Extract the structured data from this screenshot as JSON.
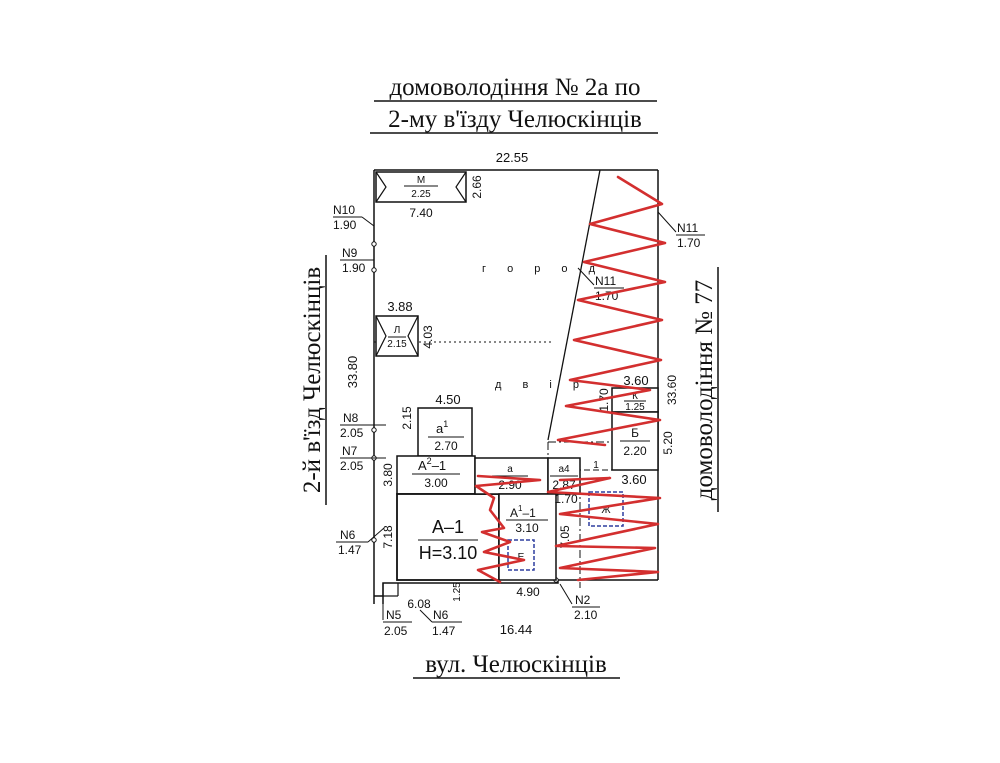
{
  "title": {
    "line1": "домоволодіння № 2а по",
    "line2": "2-му в'їзду Челюскінців"
  },
  "streets": {
    "left": "2-й в'їзд Челюскінців",
    "right": "домоволодіння № 77",
    "bottom": "вул. Челюскінців"
  },
  "zones": {
    "garden": "г о р о д",
    "yard": "д в і р"
  },
  "buildings": {
    "M": {
      "letter": "М",
      "height": "2.25"
    },
    "L": {
      "letter": "Л",
      "height": "2.15"
    },
    "a1": {
      "letter": "а",
      "sup": "1",
      "height": "2.70"
    },
    "A2": {
      "letter": "А",
      "sup": "2",
      "suffix": "–1",
      "height": "3.00"
    },
    "A1main": {
      "letter": "А–1",
      "height": "Н=3.10"
    },
    "a": {
      "letter": "а",
      "height": "2.90"
    },
    "a4": {
      "letter": "а4",
      "height": "2.87"
    },
    "A1b": {
      "letter": "А",
      "sup": "1",
      "suffix": "–1",
      "height": "3.10"
    },
    "K": {
      "letter": "К",
      "height": "1.25"
    },
    "B": {
      "letter": "Б",
      "height": "2.20"
    },
    "E": {
      "letter": "Е"
    },
    "Zh": {
      "letter": "Ж"
    }
  },
  "dimensions": {
    "top": "22.55",
    "m_width": "7.40",
    "m_depth": "2.66",
    "l_width": "3.88",
    "l_depth": "4.03",
    "left_side": "33.80",
    "a1_width": "4.50",
    "a1_depth": "2.15",
    "k_width": "3.60",
    "k_depth": "1.70",
    "right_side": "33.60",
    "b_depth": "5.20",
    "b_width": "3.60",
    "a2_depth": "3.80",
    "a_depth": "1",
    "a4_width": "1.70",
    "a1b_depth": "7.05",
    "main_depth": "7.18",
    "front_small": "6.08",
    "front_offset": "1.25",
    "a1b_width": "4.90",
    "bottom": "16.44"
  },
  "markers": {
    "n10": {
      "label": "N10",
      "value": "1.90"
    },
    "n9": {
      "label": "N9",
      "value": "1.90"
    },
    "n8": {
      "label": "N8",
      "value": "2.05"
    },
    "n7": {
      "label": "N7",
      "value": "2.05"
    },
    "n6_left": {
      "label": "N6",
      "value": "1.47"
    },
    "n5": {
      "label": "N5",
      "value": "2.05"
    },
    "n6_bottom": {
      "label": "N6",
      "value": "1.47"
    },
    "n2": {
      "label": "N2",
      "value": "2.10"
    },
    "n11_outer": {
      "label": "N11",
      "value": "1.70"
    },
    "n11_inner": {
      "label": "N11",
      "value": "1.70"
    }
  },
  "colors": {
    "line": "#111111",
    "scribble": "#d32f2f",
    "marker": "#2f3f9f"
  }
}
